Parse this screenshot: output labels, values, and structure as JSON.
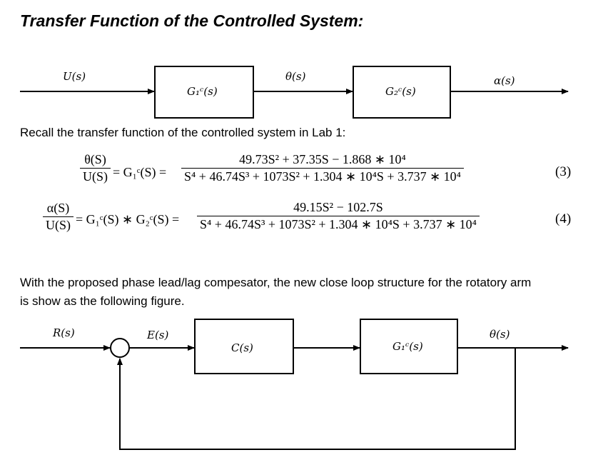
{
  "title": "Transfer Function of the Controlled System:",
  "diagram1": {
    "input_signal": "U(s)",
    "block1": "G₁ᶜ(s)",
    "middle_signal": "θ(s)",
    "block2": "G₂ᶜ(s)",
    "output_signal": "α(s)"
  },
  "recall_text": "Recall the transfer function of the controlled system in Lab 1:",
  "eq3": {
    "lhs_num": "θ(S)",
    "lhs_den": "U(S)",
    "mid": "= G₁ᶜ(S) =",
    "num": "49.73S² + 37.35S − 1.868 ∗ 10⁴",
    "den": "S⁴ + 46.74S³ + 1073S² + 1.304 ∗ 10⁴S + 3.737 ∗ 10⁴",
    "number": "(3)"
  },
  "eq4": {
    "lhs_num": "α(S)",
    "lhs_den": "U(S)",
    "mid": "= G₁ᶜ(S) ∗ G₂ᶜ(S) =",
    "num": "49.15S² − 102.7S",
    "den": "S⁴ + 46.74S³ + 1073S² + 1.304 ∗ 10⁴S + 3.737 ∗ 10⁴",
    "number": "(4)"
  },
  "compensator_text_line1": "With the proposed phase lead/lag compesator, the new close loop structure for the rotatory arm",
  "compensator_text_line2": "is show as the following figure.",
  "diagram2": {
    "reference_signal": "R(s)",
    "error_signal": "E(s)",
    "controller_block": "C(s)",
    "plant_block": "G₁ᶜ(s)",
    "output_signal": "θ(s)"
  }
}
